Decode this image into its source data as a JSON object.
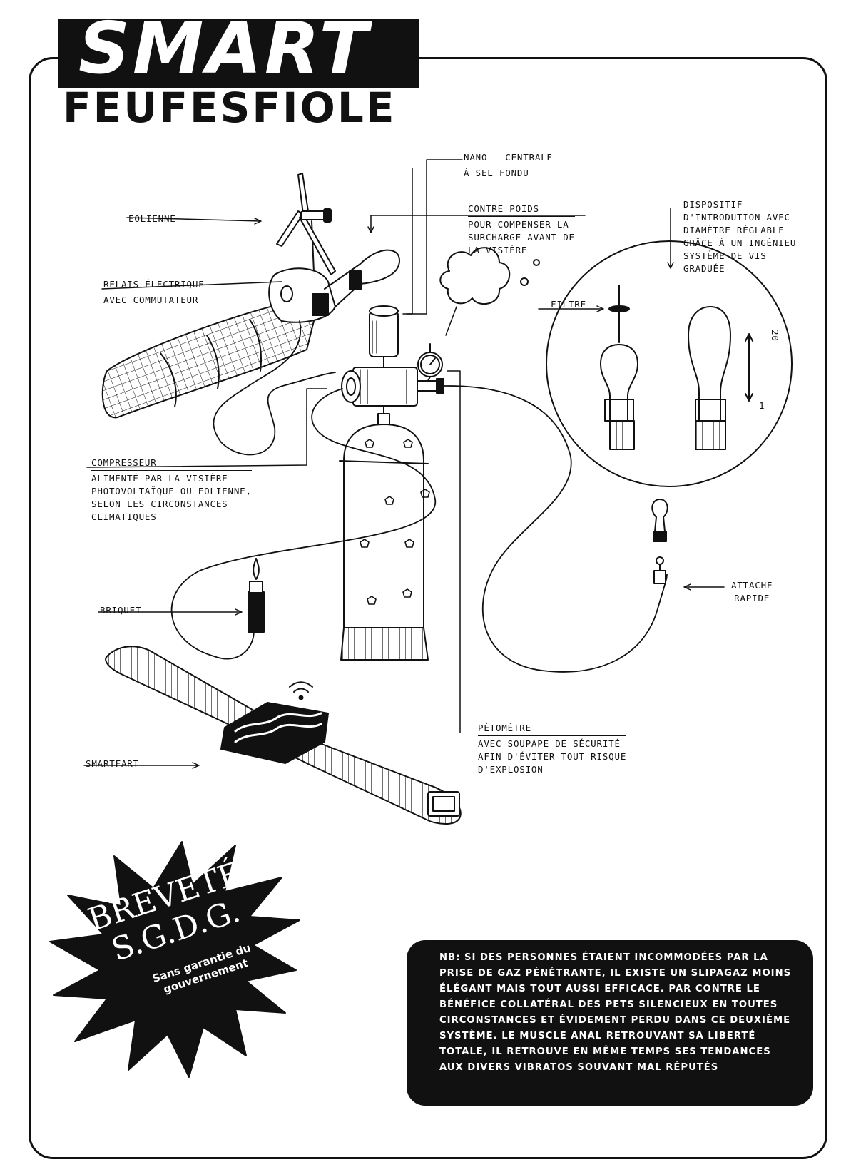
{
  "title": {
    "main": "SMART",
    "sub": "FEUFESFIOLE"
  },
  "labels": {
    "nano_centrale": {
      "line1": "Nano - centrale",
      "line2": "à sel fondu"
    },
    "eolienne": "Eolienne",
    "contre_poids": {
      "line1": "Contre poids",
      "line2": "pour compenser la",
      "line3": "surcharge avant de",
      "line4": "la visière"
    },
    "dispositif": {
      "line1": "dispositif",
      "line2": "d'introdution avec",
      "line3": "diamètre réglable",
      "line4": "grâce à un ingénieu",
      "line5": "système de vis",
      "line6": "graduée"
    },
    "relais": {
      "line1": "Relais électrique",
      "line2": "avec commutateur"
    },
    "filtre": "Filtre",
    "compresseur": {
      "line1": "Compresseur",
      "line2": "alimenté par la visière",
      "line3": "photovoltaïque ou eolienne,",
      "line4": "selon les circonstances",
      "line5": "climatiques"
    },
    "briquet": "Briquet",
    "attache": {
      "line1": "Attache",
      "line2": "rapide"
    },
    "petometre": {
      "line1": "Pétomètre",
      "line2": "avec soupape de sécurité",
      "line3": "afin d'éviter tout risque",
      "line4": "d'explosion"
    },
    "smartfart": "Smartfart",
    "scale_top": "20",
    "scale_bottom": "1"
  },
  "seal": {
    "line1": "BREVETÉ",
    "line2": "S.G.D.G.",
    "small1": "Sans garantie du",
    "small2": "gouvernement"
  },
  "note": "NB: Si des personnes étaient incommodées par la prise de gaz pénétrante, il existe un slipagaz moins élégant mais tout aussi efficace. Par contre le bénéfice collatéral des pets silencieux en toutes circonstances et évidement perdu dans ce deuxième système. Le muscle anal retrouvant sa liberté totale, il retrouve en même temps ses tendances aux divers vibratos souvant mal réputés"
}
